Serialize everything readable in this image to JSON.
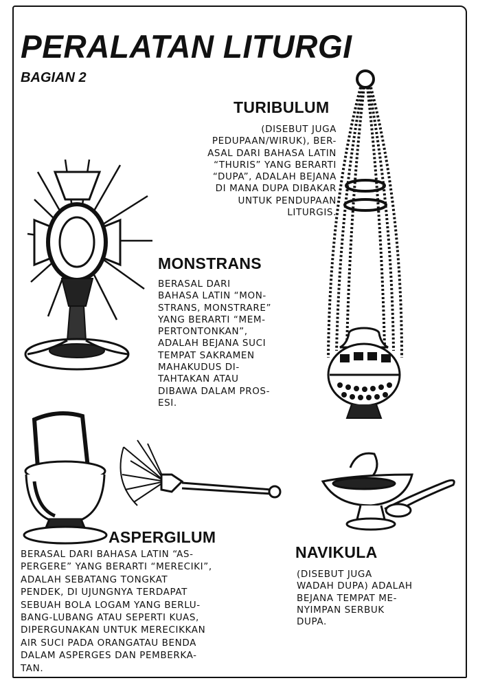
{
  "page": {
    "title": "PERALATAN LITURGI",
    "subtitle": "BAGIAN 2"
  },
  "sections": {
    "turibulum": {
      "heading": "TURIBULUM",
      "lines": [
        "(DISEBUT JUGA",
        "PEDUPAAN/WIRUK), BER-",
        "ASAL DARI BAHASA LATIN",
        "“THURIS” YANG BERARTI",
        "“DUPA”, ADALAH BEJANA",
        "DI MANA DUPA DIBAKAR",
        "UNTUK PENDUPAAN",
        "LITURGIS."
      ]
    },
    "monstrans": {
      "heading": "MONSTRANS",
      "lines": [
        "BERASAL DARI",
        "BAHASA LATIN “MON-",
        "STRANS, MONSTRARE”",
        "YANG BERARTI “MEM-",
        "PERTONTONKAN”,",
        "ADALAH BEJANA SUCI",
        "TEMPAT SAKRAMEN",
        "MAHAKUDUS DI-",
        "TAHTAKAN ATAU",
        "DIBAWA DALAM PROS-",
        "ESI."
      ]
    },
    "aspergilum": {
      "heading": "ASPERGILUM",
      "lines": [
        "BERASAL DARI BAHASA LATIN “AS-",
        "PERGERE” YANG BERARTI “MERECIKI”,",
        "ADALAH SEBATANG TONGKAT",
        "PENDEK, DI UJUNGNYA TERDAPAT",
        "SEBUAH BOLA LOGAM YANG BERLU-",
        "BANG-LUBANG ATAU SEPERTI KUAS,",
        "DIPERGUNAKAN UNTUK MERECIKKAN",
        "AIR SUCI PADA ORANGATAU BENDA",
        "DALAM ASPERGES DAN PEMBERKA-",
        "TAN."
      ]
    },
    "navikula": {
      "heading": "NAVIKULA",
      "lines": [
        "(DISEBUT JUGA",
        "WADAH DUPA) ADALAH",
        "BEJANA TEMPAT ME-",
        "NYIMPAN SERBUK",
        "DUPA."
      ]
    }
  },
  "colors": {
    "ink": "#111111",
    "paper": "#ffffff"
  }
}
